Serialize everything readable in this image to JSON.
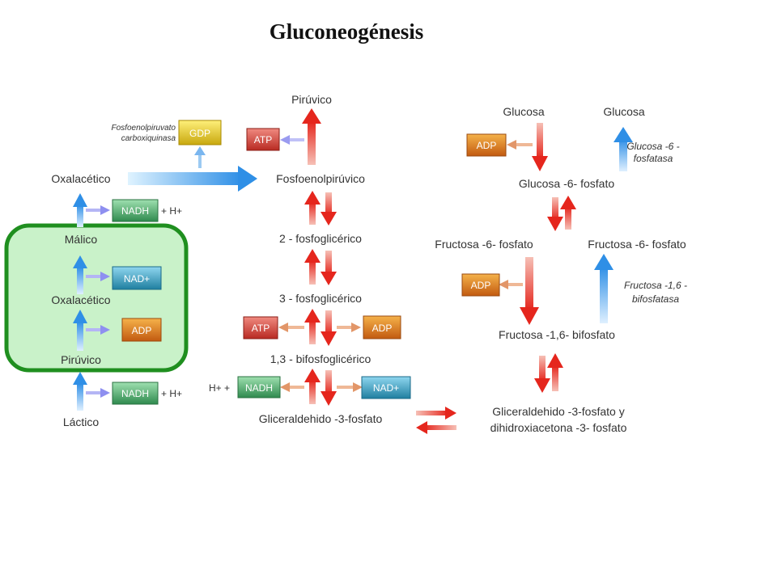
{
  "title": "Gluconeogénesis",
  "colors": {
    "red_arrow": "#e8332a",
    "blue_arrow": "#3f9ee8",
    "orange_arrow": "#e29669",
    "violet_arrow": "#9a9bf0",
    "mitochondria_fill": "#c9f2c9",
    "mitochondria_border": "#1f8f1f",
    "atp_box": "#d9473a",
    "adp_box": "#e07a1a",
    "nadh_box": "#3a9a5a",
    "nad_box": "#2a8fb0",
    "gdp_box": "#d9c21a"
  },
  "left": {
    "enzyme_line1": "Fosfoenolpiruvato",
    "enzyme_line2": "carboxiquinasa",
    "gdp": "GDP",
    "oxalacetico_top": "Oxalacético",
    "nadh_top": "NADH",
    "h_top": "+ H+",
    "malico": "Málico",
    "nad_mid": "NAD+",
    "oxalacetico_mid": "Oxalacético",
    "adp_mid": "ADP",
    "piruvico": "Pirúvico",
    "nadh_bottom": "NADH",
    "h_bottom": "+ H+",
    "lactico": "Láctico"
  },
  "center": {
    "piruvico": "Pirúvico",
    "atp_top": "ATP",
    "fosfoenolpiruvico": "Fosfoenolpirúvico",
    "dos_fosfoglicerico": "2 - fosfoglicérico",
    "tres_fosfoglicerico": "3 - fosfoglicérico",
    "atp_mid": "ATP",
    "adp_mid": "ADP",
    "bifosfoglicerico": "1,3 - bifosfoglicérico",
    "h_left": "H+ +",
    "nadh": "NADH",
    "nad": "NAD+",
    "gliceraldehido": "Gliceraldehido -3-fosfato"
  },
  "right": {
    "glucosa_left": "Glucosa",
    "glucosa_right": "Glucosa",
    "adp_top": "ADP",
    "enzyme_g6_line1": "Glucosa -6 -",
    "enzyme_g6_line2": "fosfatasa",
    "glucosa6": "Glucosa -6- fosfato",
    "fructosa6_left": "Fructosa -6- fosfato",
    "fructosa6_right": "Fructosa -6- fosfato",
    "adp_mid": "ADP",
    "enzyme_f16_line1": "Fructosa -1,6 -",
    "enzyme_f16_line2": "bifosfatasa",
    "fructosa16": "Fructosa -1,6- bifosfato",
    "triose_line1": "Gliceraldehido -3-fosfato y",
    "triose_line2": "dihidroxiacetona -3- fosfato"
  }
}
